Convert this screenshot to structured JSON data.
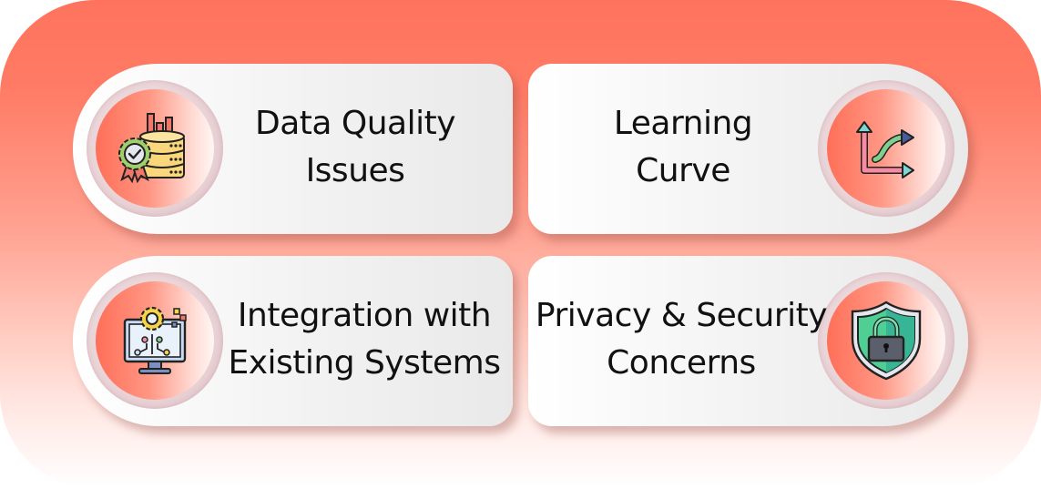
{
  "colors": {
    "panel_top": "#ff735d",
    "panel_bottom": "#ffffff",
    "card_bg": "#f2f2f2",
    "disc_accent": "#ff6f58",
    "text": "#111111"
  },
  "cards": [
    {
      "id": "data-quality",
      "lines": [
        "Data Quality",
        "Issues"
      ],
      "icon": "database-quality-badge-icon",
      "icon_position": "left"
    },
    {
      "id": "learning-curve",
      "lines": [
        "Learning",
        "Curve"
      ],
      "icon": "learning-curve-graph-icon",
      "icon_position": "right"
    },
    {
      "id": "integration",
      "lines": [
        "Integration with",
        "Existing Systems"
      ],
      "icon": "monitor-gear-circuit-icon",
      "icon_position": "left"
    },
    {
      "id": "privacy-security",
      "lines": [
        "Privacy & Security",
        "Concerns"
      ],
      "icon": "shield-lock-icon",
      "icon_position": "right"
    }
  ]
}
